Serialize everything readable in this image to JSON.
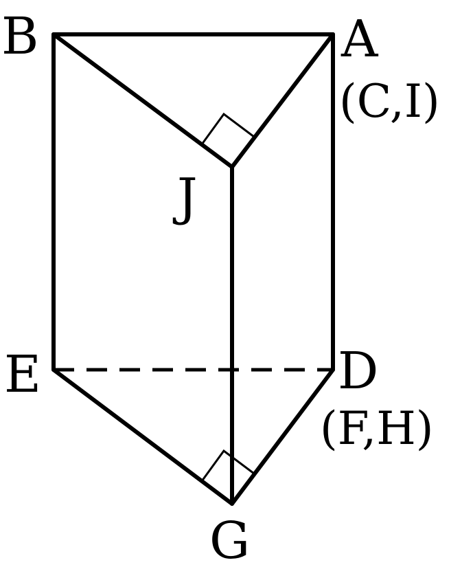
{
  "diagram": {
    "labels": {
      "B": "B",
      "A": "A",
      "A_coincident": "(C,I)",
      "J": "J",
      "E": "E",
      "D": "D",
      "D_coincident": "(F,H)",
      "G": "G"
    },
    "edges": [
      {
        "from": "B",
        "to": "A",
        "style": "solid"
      },
      {
        "from": "B",
        "to": "J",
        "style": "solid"
      },
      {
        "from": "A",
        "to": "J",
        "style": "solid"
      },
      {
        "from": "B",
        "to": "E",
        "style": "solid"
      },
      {
        "from": "A",
        "to": "D",
        "style": "solid"
      },
      {
        "from": "J",
        "to": "G",
        "style": "solid"
      },
      {
        "from": "E",
        "to": "G",
        "style": "solid"
      },
      {
        "from": "D",
        "to": "G",
        "style": "solid"
      },
      {
        "from": "E",
        "to": "D",
        "style": "dashed"
      }
    ],
    "right_angles": [
      "J",
      "G"
    ],
    "line_color": "#000000",
    "background": "#ffffff"
  }
}
